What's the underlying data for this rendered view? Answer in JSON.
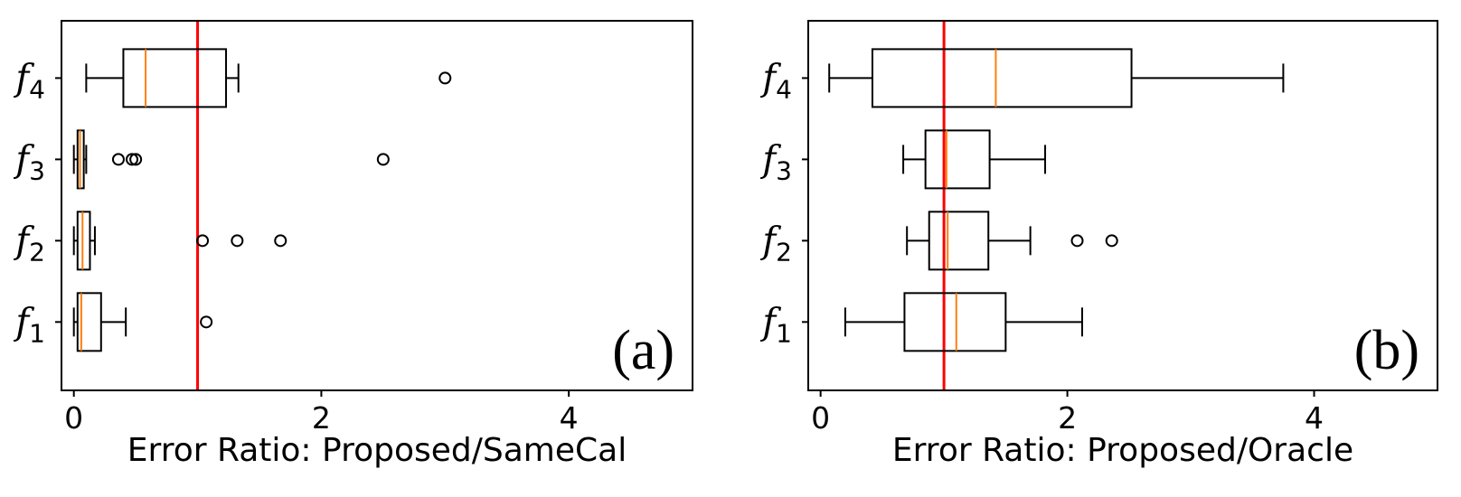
{
  "chart_data": [
    {
      "type": "boxplot",
      "orientation": "horizontal",
      "panel_label": "(a)",
      "xlabel": "Error Ratio: Proposed/SameCal",
      "xlim": [
        -0.1,
        5.0
      ],
      "xticks": [
        0,
        2,
        4
      ],
      "reference_line": {
        "x": 1.0,
        "color": "#ff0000"
      },
      "categories": [
        {
          "base": "f",
          "sub": "1"
        },
        {
          "base": "f",
          "sub": "2"
        },
        {
          "base": "f",
          "sub": "3"
        },
        {
          "base": "f",
          "sub": "4"
        }
      ],
      "boxes": [
        {
          "whislo": 0.0,
          "q1": 0.03,
          "med": 0.06,
          "q3": 0.22,
          "whishi": 0.42,
          "fliers": [
            1.07
          ]
        },
        {
          "whislo": 0.0,
          "q1": 0.03,
          "med": 0.07,
          "q3": 0.13,
          "whishi": 0.17,
          "fliers": [
            1.04,
            1.32,
            1.67
          ]
        },
        {
          "whislo": 0.0,
          "q1": 0.03,
          "med": 0.05,
          "q3": 0.08,
          "whishi": 0.1,
          "fliers": [
            0.36,
            0.47,
            0.5,
            2.5
          ]
        },
        {
          "whislo": 0.1,
          "q1": 0.4,
          "med": 0.58,
          "q3": 1.23,
          "whishi": 1.33,
          "fliers": [
            3.0
          ]
        }
      ]
    },
    {
      "type": "boxplot",
      "orientation": "horizontal",
      "panel_label": "(b)",
      "xlabel": "Error Ratio: Proposed/Oracle",
      "xlim": [
        -0.1,
        5.0
      ],
      "xticks": [
        0,
        2,
        4
      ],
      "reference_line": {
        "x": 1.0,
        "color": "#ff0000"
      },
      "categories": [
        {
          "base": "f",
          "sub": "1"
        },
        {
          "base": "f",
          "sub": "2"
        },
        {
          "base": "f",
          "sub": "3"
        },
        {
          "base": "f",
          "sub": "4"
        }
      ],
      "boxes": [
        {
          "whislo": 0.2,
          "q1": 0.68,
          "med": 1.1,
          "q3": 1.5,
          "whishi": 2.12,
          "fliers": []
        },
        {
          "whislo": 0.7,
          "q1": 0.88,
          "med": 1.03,
          "q3": 1.36,
          "whishi": 1.7,
          "fliers": [
            2.08,
            2.36
          ]
        },
        {
          "whislo": 0.67,
          "q1": 0.85,
          "med": 1.02,
          "q3": 1.37,
          "whishi": 1.82,
          "fliers": []
        },
        {
          "whislo": 0.07,
          "q1": 0.42,
          "med": 1.42,
          "q3": 2.52,
          "whishi": 3.75,
          "fliers": []
        }
      ]
    }
  ],
  "colors": {
    "box": "#000000",
    "median": "#ff7f0e",
    "reference": "#ff0000",
    "flier_edge": "#000000"
  }
}
